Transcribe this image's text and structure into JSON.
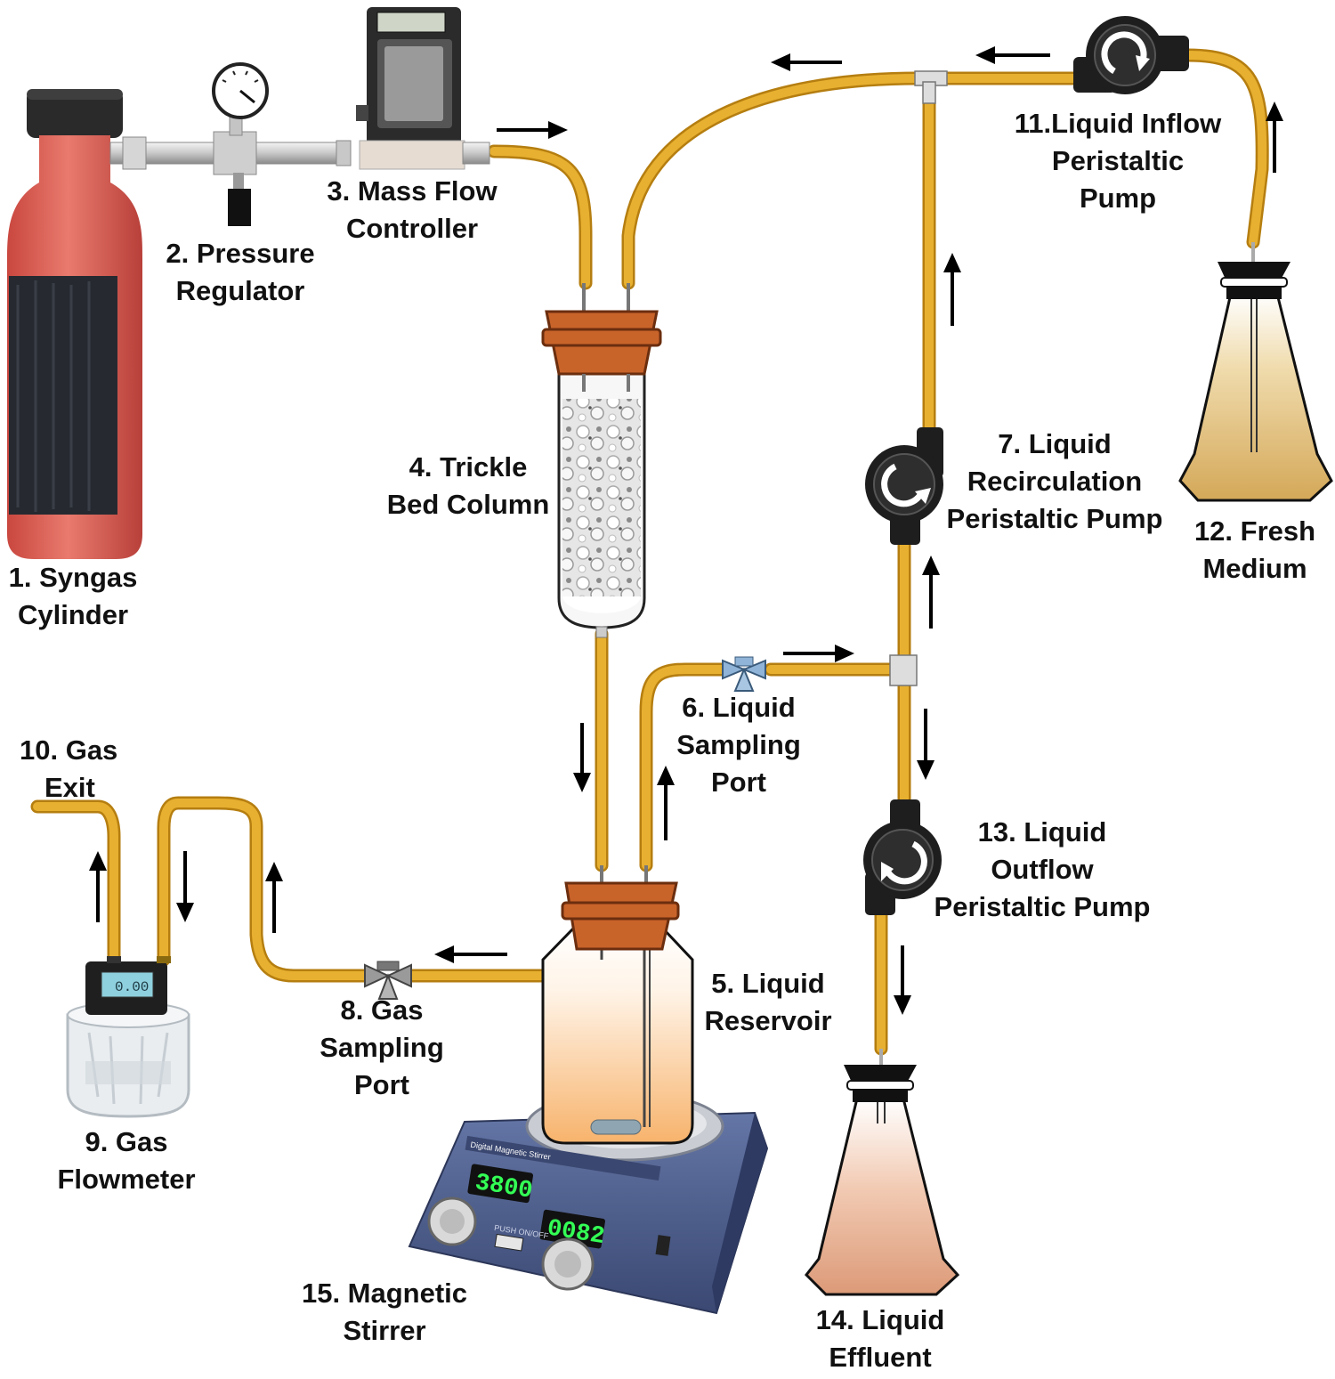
{
  "diagram": {
    "components": [
      {
        "id": "syngas-cylinder",
        "number": "1.",
        "lines": [
          "1. Syngas",
          "Cylinder"
        ]
      },
      {
        "id": "pressure-regulator",
        "number": "2.",
        "lines": [
          "2. Pressure",
          "Regulator"
        ]
      },
      {
        "id": "mass-flow-controller",
        "number": "3.",
        "lines": [
          "3. Mass Flow",
          "Controller"
        ]
      },
      {
        "id": "trickle-bed-column",
        "number": "4.",
        "lines": [
          "4. Trickle",
          "Bed Column"
        ]
      },
      {
        "id": "liquid-reservoir",
        "number": "5.",
        "lines": [
          "5. Liquid",
          "Reservoir"
        ]
      },
      {
        "id": "liquid-sampling-port",
        "number": "6.",
        "lines": [
          "6. Liquid",
          "Sampling",
          "Port"
        ]
      },
      {
        "id": "liquid-recirculation-pump",
        "number": "7.",
        "lines": [
          "7. Liquid",
          "Recirculation",
          "Peristaltic Pump"
        ]
      },
      {
        "id": "gas-sampling-port",
        "number": "8.",
        "lines": [
          "8. Gas",
          "Sampling",
          "Port"
        ]
      },
      {
        "id": "gas-flowmeter",
        "number": "9.",
        "lines": [
          "9. Gas",
          "Flowmeter"
        ]
      },
      {
        "id": "gas-exit",
        "number": "10.",
        "lines": [
          "10. Gas",
          "Exit"
        ]
      },
      {
        "id": "liquid-inflow-pump",
        "number": "11.",
        "lines": [
          "11.Liquid  Inflow",
          "Peristaltic",
          "Pump"
        ]
      },
      {
        "id": "fresh-medium",
        "number": "12.",
        "lines": [
          "12. Fresh",
          "Medium"
        ]
      },
      {
        "id": "liquid-outflow-pump",
        "number": "13.",
        "lines": [
          "13. Liquid",
          "Outflow",
          "Peristaltic Pump"
        ]
      },
      {
        "id": "liquid-effluent",
        "number": "14.",
        "lines": [
          "14. Liquid",
          "Effluent"
        ]
      },
      {
        "id": "magnetic-stirrer",
        "number": "15.",
        "lines": [
          "15. Magnetic",
          "Stirrer"
        ]
      }
    ],
    "displays": {
      "stirrer_speed": "3800",
      "stirrer_time": "0082",
      "stirrer_brand": "Digital Magnetic Stirrer",
      "stirrer_power": "PUSH ON/OFF",
      "flowmeter_reading": "0.00"
    },
    "colors": {
      "tubing": "#e8b030",
      "tubing_edge": "#b57e10",
      "stopper": "#c8632a",
      "cylinder": "#e0665a",
      "cylinder_band": "#262a30",
      "stirrer_body": "#4a5b88",
      "led": "#33ff55",
      "pump": "#1e1e1e",
      "valve": "#8fb4d8",
      "gas_valve": "#888888",
      "fresh_medium": "#d8b060",
      "effluent": "#e0a080",
      "reservoir_liquid": "#f6c090",
      "arrow": "#000000"
    }
  }
}
